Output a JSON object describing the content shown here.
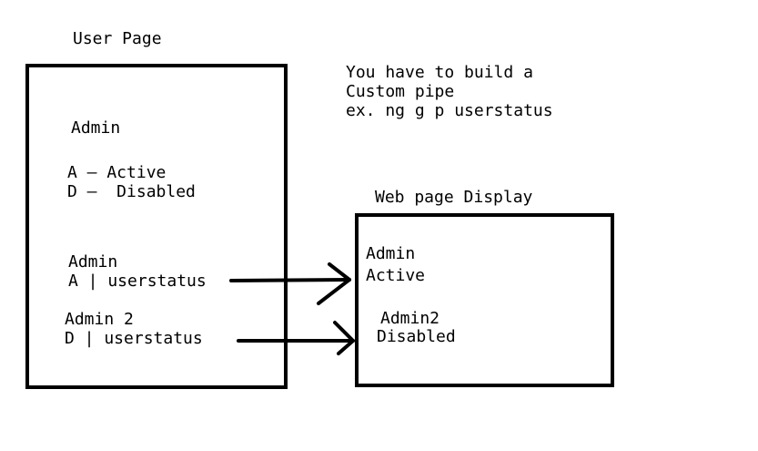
{
  "user_page": {
    "title": "User Page",
    "heading": "Admin",
    "legend_active": "A – Active",
    "legend_disabled": "D –  Disabled",
    "entry1_name": "Admin",
    "entry1_expr": "A | userstatus",
    "entry2_name": "Admin 2",
    "entry2_expr": "D | userstatus"
  },
  "note": {
    "line1": "You have to build a",
    "line2": "Custom pipe",
    "line3": "ex. ng g p userstatus"
  },
  "web_display": {
    "title": "Web page Display",
    "entry1_name": "Admin",
    "entry1_status": "Active",
    "entry2_name": "Admin2",
    "entry2_status": "Disabled"
  },
  "colors": {
    "ink": "#000000",
    "background": "#ffffff"
  }
}
